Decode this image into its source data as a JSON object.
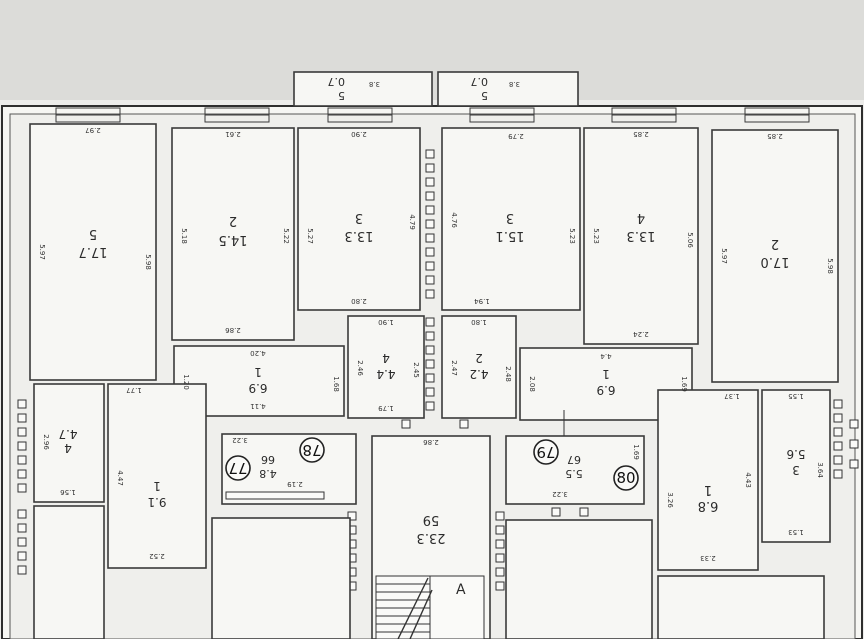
{
  "units": [
    {
      "id": "unit-77",
      "number": "77"
    },
    {
      "id": "unit-78",
      "number": "78"
    },
    {
      "id": "unit-79",
      "number": "79"
    },
    {
      "id": "unit-80",
      "number": "80"
    }
  ],
  "rooms": [
    {
      "id": "r-2-145",
      "top": "2",
      "bottom": "14.5",
      "dims": [
        "2.61",
        "5.18",
        "5.22",
        "2.86"
      ]
    },
    {
      "id": "r-3-133a",
      "top": "3",
      "bottom": "13.3",
      "dims": [
        "2.90",
        "5.27",
        "4.79",
        "2.80"
      ]
    },
    {
      "id": "r-3-151",
      "top": "3",
      "bottom": "15.1",
      "dims": [
        "2.79",
        "4.76",
        "5.23",
        "1.94"
      ]
    },
    {
      "id": "r-4-133b",
      "top": "4",
      "bottom": "13.3",
      "dims": [
        "2.85",
        "5.23",
        "5.06",
        "2.24"
      ]
    },
    {
      "id": "r-2-170",
      "top": "2",
      "bottom": "17.0",
      "dims": [
        "2.85",
        "5.97",
        "5.98"
      ]
    },
    {
      "id": "r-5-177",
      "top": "5",
      "bottom": "17.7",
      "dims": [
        "2.97",
        "5.97",
        "5.98"
      ]
    },
    {
      "id": "r-1-69a",
      "top": "1",
      "bottom": "6.9",
      "dims": [
        "4.20",
        "1.20",
        "1.68",
        "4.11"
      ]
    },
    {
      "id": "r-4-44",
      "top": "4",
      "bottom": "4.4",
      "dims": [
        "1.90",
        "2.46",
        "2.45",
        "1.79"
      ]
    },
    {
      "id": "r-2-42",
      "top": "2",
      "bottom": "4.2",
      "dims": [
        "1.80",
        "2.47",
        "2.48"
      ]
    },
    {
      "id": "r-1-69b",
      "top": "1",
      "bottom": "6.9",
      "dims": [
        "4.4",
        "2.08",
        "1.69"
      ]
    },
    {
      "id": "r-4-47",
      "top": "4",
      "bottom": "4.7",
      "dims": [
        "2.96",
        "1.56"
      ]
    },
    {
      "id": "r-1-91",
      "top": "1",
      "bottom": "9.1",
      "dims": [
        "1.77",
        "4.47",
        "2.52"
      ]
    },
    {
      "id": "r-66-48",
      "top": "66",
      "bottom": "4.8",
      "dims": [
        "3.22",
        "2.19"
      ]
    },
    {
      "id": "r-59-233",
      "top": "59",
      "bottom": "23.3",
      "dims": [
        "2.86"
      ]
    },
    {
      "id": "r-67-55",
      "top": "67",
      "bottom": "5.5",
      "dims": [
        "3.22",
        "1.69"
      ]
    },
    {
      "id": "r-1-68",
      "top": "1",
      "bottom": "6.8",
      "dims": [
        "1.37",
        "4.43",
        "3.26",
        "2.33"
      ]
    },
    {
      "id": "r-3-56",
      "top": "3",
      "bottom": "5.6",
      "dims": [
        "1.55",
        "3.64",
        "1.53"
      ]
    },
    {
      "id": "r-bal-1",
      "top": "5",
      "bottom": "0.7",
      "dims": [
        "3.8"
      ]
    },
    {
      "id": "r-bal-2",
      "top": "5",
      "bottom": "0.7",
      "dims": [
        "3.8"
      ]
    }
  ],
  "stair_label": "A"
}
